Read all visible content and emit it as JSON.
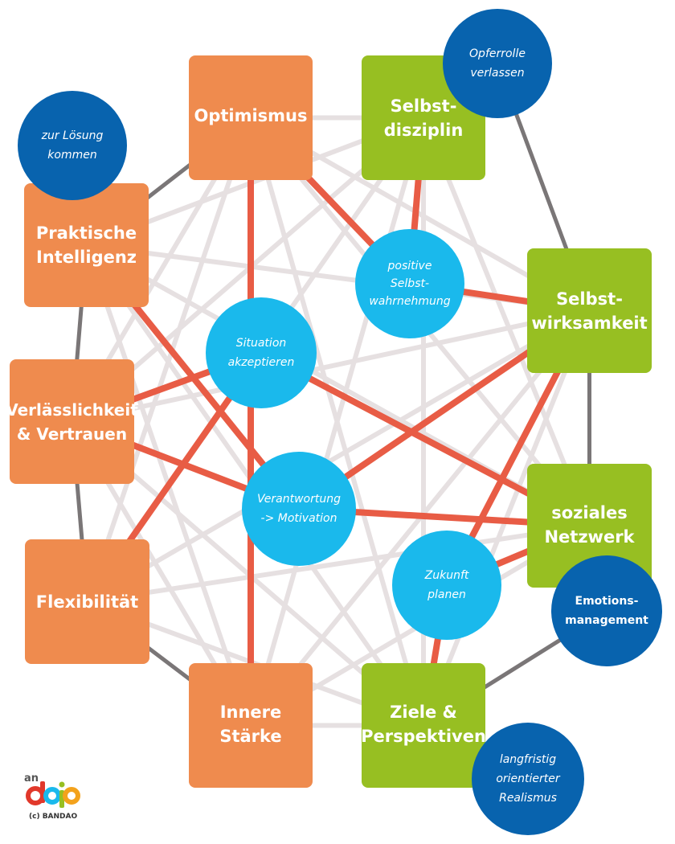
{
  "colors": {
    "orange": "#EF8B4E",
    "green": "#97BF22",
    "light_blue": "#1AB9EC",
    "dark_blue": "#0863AE",
    "red_line": "#E85C45",
    "gray_line": "#7A7677",
    "faint_line": "#E6E0E1"
  },
  "boxes": [
    {
      "id": "optimismus",
      "label": "Optimismus",
      "color": "orange"
    },
    {
      "id": "selbstdisziplin",
      "label": "Selbst-\ndisziplin",
      "color": "green"
    },
    {
      "id": "praktische-intelligenz",
      "label": "Praktische\nIntelligenz",
      "color": "orange"
    },
    {
      "id": "selbstwirksamkeit",
      "label": "Selbst-\nwirksamkeit",
      "color": "green"
    },
    {
      "id": "verlaesslichkeit",
      "label": "Verlässlichkeit\n& Vertrauen",
      "color": "orange"
    },
    {
      "id": "soziales-netzwerk",
      "label": "soziales\nNetzwerk",
      "color": "green"
    },
    {
      "id": "flexibilitaet",
      "label": "Flexibilität",
      "color": "orange"
    },
    {
      "id": "innere-staerke",
      "label": "Innere\nStärke",
      "color": "orange"
    },
    {
      "id": "ziele-perspektiven",
      "label": "Ziele &\nPerspektiven",
      "color": "green"
    }
  ],
  "inner_circles": [
    {
      "id": "positive-selbstwahrnehmung",
      "label": "positive\nSelbst-\nwahrnehmung"
    },
    {
      "id": "situation-akzeptieren",
      "label": "Situation\nakzeptieren"
    },
    {
      "id": "verantwortung-motivation",
      "label": "Verantwortung\n-> Motivation"
    },
    {
      "id": "zukunft-planen",
      "label": "Zukunft\nplanen"
    }
  ],
  "outer_circles": [
    {
      "id": "zur-loesung-kommen",
      "label": "zur Lösung\nkommen"
    },
    {
      "id": "opferrolle-verlassen",
      "label": "Opferrolle\nverlassen"
    },
    {
      "id": "emotionsmanagement",
      "label": "Emotions-\nmanagement"
    },
    {
      "id": "langfristig-realismus",
      "label": "langfristig\norientierter\nRealismus"
    }
  ],
  "outer_links": [
    [
      "praktische-intelligenz",
      "optimismus"
    ],
    [
      "praktische-intelligenz",
      "verlaesslichkeit"
    ],
    [
      "verlaesslichkeit",
      "flexibilitaet"
    ],
    [
      "flexibilitaet",
      "innere-staerke"
    ],
    [
      "selbstwirksamkeit",
      "soziales-netzwerk"
    ],
    [
      "opferrolle-verlassen",
      "selbstwirksamkeit"
    ],
    [
      "emotionsmanagement",
      "ziele-perspektiven"
    ]
  ],
  "strong_links": [
    [
      "optimismus",
      "innere-staerke"
    ],
    [
      "optimismus",
      "positive-selbstwahrnehmung"
    ],
    [
      "selbstdisziplin",
      "positive-selbstwahrnehmung"
    ],
    [
      "positive-selbstwahrnehmung",
      "selbstwirksamkeit"
    ],
    [
      "praktische-intelligenz",
      "verantwortung-motivation"
    ],
    [
      "situation-akzeptieren",
      "verlaesslichkeit"
    ],
    [
      "situation-akzeptieren",
      "flexibilitaet"
    ],
    [
      "situation-akzeptieren",
      "soziales-netzwerk"
    ],
    [
      "verlaesslichkeit",
      "verantwortung-motivation"
    ],
    [
      "verantwortung-motivation",
      "selbstwirksamkeit"
    ],
    [
      "verantwortung-motivation",
      "soziales-netzwerk"
    ],
    [
      "selbstwirksamkeit",
      "zukunft-planen"
    ],
    [
      "zukunft-planen",
      "soziales-netzwerk"
    ],
    [
      "zukunft-planen",
      "ziele-perspektiven"
    ]
  ],
  "faint_links": [
    [
      "optimismus",
      "selbstdisziplin"
    ],
    [
      "optimismus",
      "selbstwirksamkeit"
    ],
    [
      "optimismus",
      "soziales-netzwerk"
    ],
    [
      "optimismus",
      "ziele-perspektiven"
    ],
    [
      "optimismus",
      "flexibilitaet"
    ],
    [
      "optimismus",
      "verlaesslichkeit"
    ],
    [
      "selbstdisziplin",
      "praktische-intelligenz"
    ],
    [
      "selbstdisziplin",
      "verlaesslichkeit"
    ],
    [
      "selbstdisziplin",
      "flexibilitaet"
    ],
    [
      "selbstdisziplin",
      "innere-staerke"
    ],
    [
      "selbstdisziplin",
      "soziales-netzwerk"
    ],
    [
      "selbstdisziplin",
      "ziele-perspektiven"
    ],
    [
      "praktische-intelligenz",
      "selbstwirksamkeit"
    ],
    [
      "praktische-intelligenz",
      "soziales-netzwerk"
    ],
    [
      "praktische-intelligenz",
      "ziele-perspektiven"
    ],
    [
      "praktische-intelligenz",
      "innere-staerke"
    ],
    [
      "verlaesslichkeit",
      "selbstwirksamkeit"
    ],
    [
      "verlaesslichkeit",
      "ziele-perspektiven"
    ],
    [
      "verlaesslichkeit",
      "innere-staerke"
    ],
    [
      "flexibilitaet",
      "selbstwirksamkeit"
    ],
    [
      "flexibilitaet",
      "soziales-netzwerk"
    ],
    [
      "flexibilitaet",
      "ziele-perspektiven"
    ],
    [
      "innere-staerke",
      "selbstwirksamkeit"
    ],
    [
      "innere-staerke",
      "soziales-netzwerk"
    ],
    [
      "innere-staerke",
      "ziele-perspektiven"
    ],
    [
      "ziele-perspektiven",
      "selbstwirksamkeit"
    ]
  ],
  "logo": {
    "text_small": "an",
    "text_large": "dojo",
    "copyright": "(c) BANDAO"
  }
}
